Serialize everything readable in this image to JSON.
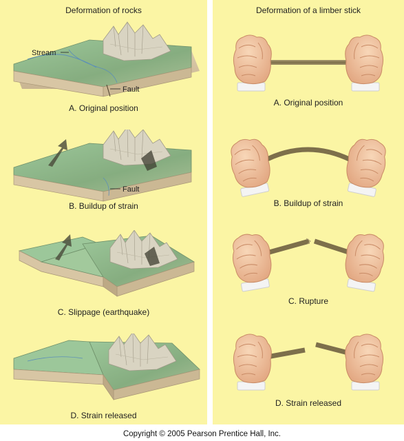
{
  "left_panel": {
    "heading": "Deformation of rocks",
    "captions": [
      "A. Original position",
      "B. Buildup of strain",
      "C. Slippage (earthquake)",
      "D. Strain released"
    ],
    "labels": {
      "stream": "Stream",
      "fault": "Fault"
    }
  },
  "right_panel": {
    "heading": "Deformation of a limber stick",
    "captions": [
      "A. Original position",
      "B. Buildup of strain",
      "C. Rupture",
      "D. Strain released"
    ]
  },
  "copyright": "Copyright © 2005 Pearson Prentice Hall, Inc.",
  "colors": {
    "panel_bg": "#fbf5a4",
    "terrain": "#8fb88a",
    "earth_side": "#d4c3a3",
    "stick": "#8b7d5a",
    "skin": "#f3c4a0"
  }
}
